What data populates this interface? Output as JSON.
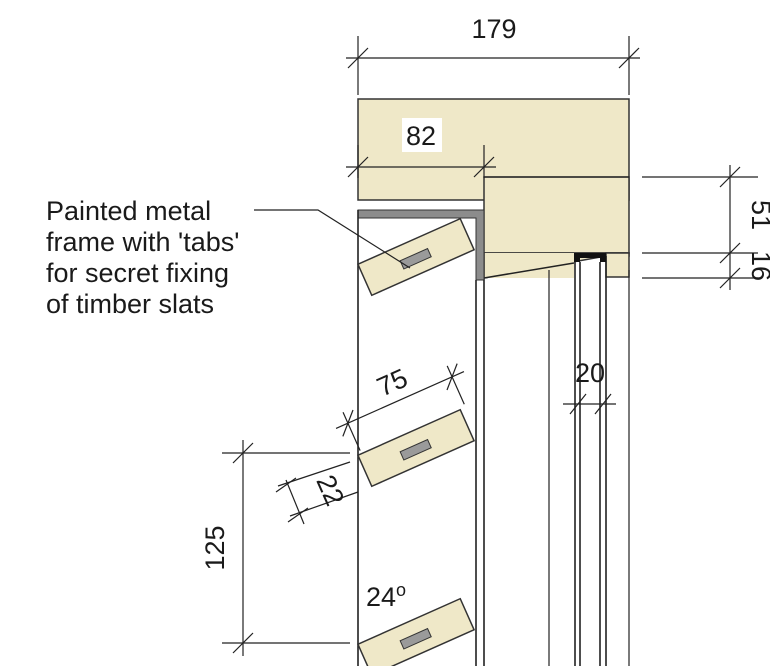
{
  "dimensions": {
    "overall_width": "179",
    "upper_width": "82",
    "slat_width": "75",
    "slat_thickness": "22",
    "slat_spacing": "125",
    "angle": "24",
    "angle_unit": "o",
    "gap_width": "20",
    "right_dim_a": "51",
    "right_dim_b": "16"
  },
  "annotation": {
    "lines": [
      "Painted metal",
      "frame with 'tabs'",
      "for secret fixing",
      "of timber slats"
    ]
  }
}
